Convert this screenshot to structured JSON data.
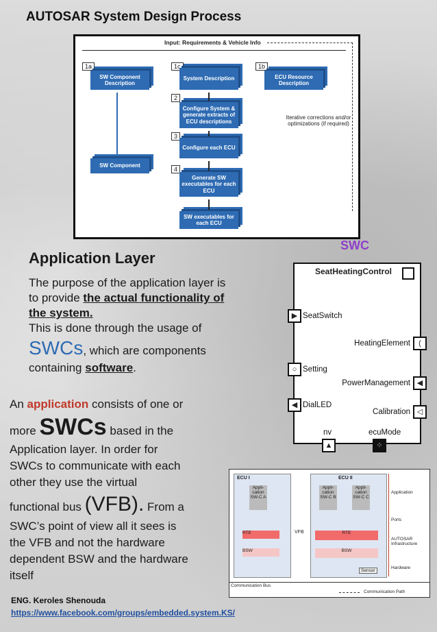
{
  "title": "AUTOSAR System Design Process",
  "process": {
    "input": "Input: Requirements & Vehicle Info",
    "tags": [
      "1a",
      "1c",
      "1b",
      "2",
      "3",
      "4"
    ],
    "sw_component_description": "SW Component Description",
    "system_description": "System Description",
    "ecu_resource_description": "ECU Resource Description",
    "configure_system": "Configure System & generate extracts of ECU descriptions",
    "configure_each_ecu": "Configure each ECU",
    "sw_component": "SW Component",
    "generate_sw": "Generate SW executables for each ECU",
    "sw_executables": "SW executables for each ECU",
    "iterative": "Iterative corrections and/or optimizations (if required)"
  },
  "app_layer": {
    "heading": "Application Layer",
    "p1": "The purpose of the application layer is to provide ",
    "p1_u": "the actual functionality of the system.",
    "p2": " This is done through the usage of",
    "p3_big": "SWCs",
    "p3_rest": ", which are components",
    "p4": "containing ",
    "p4_u": "software",
    "p4_end": "."
  },
  "app_text": {
    "l1a": "An ",
    "l1b": "application",
    "l1c": " consists of one or",
    "l2a": "more ",
    "l2b": "SWCs",
    "l2c": " based in the",
    "l3": "Application layer. In order for",
    "l4": "SWCs to communicate with each",
    "l5": "other they use the virtual",
    "l6a": "functional bus ",
    "l6b": "(VFB).",
    "l6c": " From a",
    "l7": "SWC’s point of view all it sees is",
    "l8": "the VFB and not the hardware",
    "l9": "dependent BSW and the hardware",
    "l10": "itself"
  },
  "swc": {
    "label": "SWC",
    "name": "SeatHeatingControl",
    "ports": [
      "SeatSwitch",
      "HeatingElement",
      "Setting",
      "PowerManagement",
      "DialLED",
      "Calibration",
      "nv",
      "ecuMode"
    ]
  },
  "vfb": {
    "ecu1": "ECU I",
    "ecu2": "ECU II",
    "swc_a": "Appli-cation SW-C A",
    "swc_b": "Appli-cation SW-C B",
    "swc_c": "Appli-cation SW-C C",
    "rte": "RTE",
    "bsw": "BSW",
    "vfb": "VFB",
    "sensor": "Sensor",
    "application": "Application",
    "ports": "Ports",
    "infra": "AUTOSAR Infrastructure",
    "hardware": "Hardware",
    "bus": "Communication Bus",
    "path": "Communication Path"
  },
  "footer": {
    "author": "ENG. Keroles Shenouda",
    "url": "https://www.facebook.com/groups/embedded.system.KS/"
  }
}
